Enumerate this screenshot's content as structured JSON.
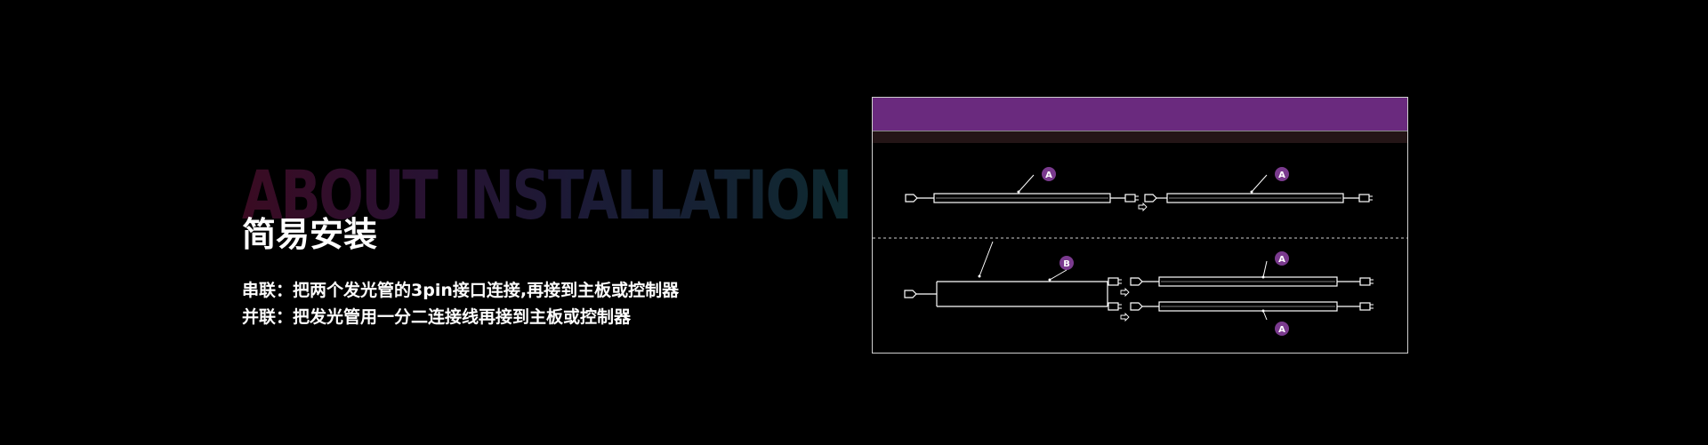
{
  "background_title": "ABOUT INSTALLATION",
  "title": "简易安装",
  "series_text": "串联：把两个发光管的3pin接口连接,再接到主板或控制器",
  "parallel_text": "并联：把发光管用一分二连接线再接到主板或控制器",
  "diagram": {
    "label_a": "A",
    "label_b": "B",
    "header_color": "#6a2a7e",
    "subheader_color": "#241516",
    "badge_color": "#7a3a8e"
  }
}
